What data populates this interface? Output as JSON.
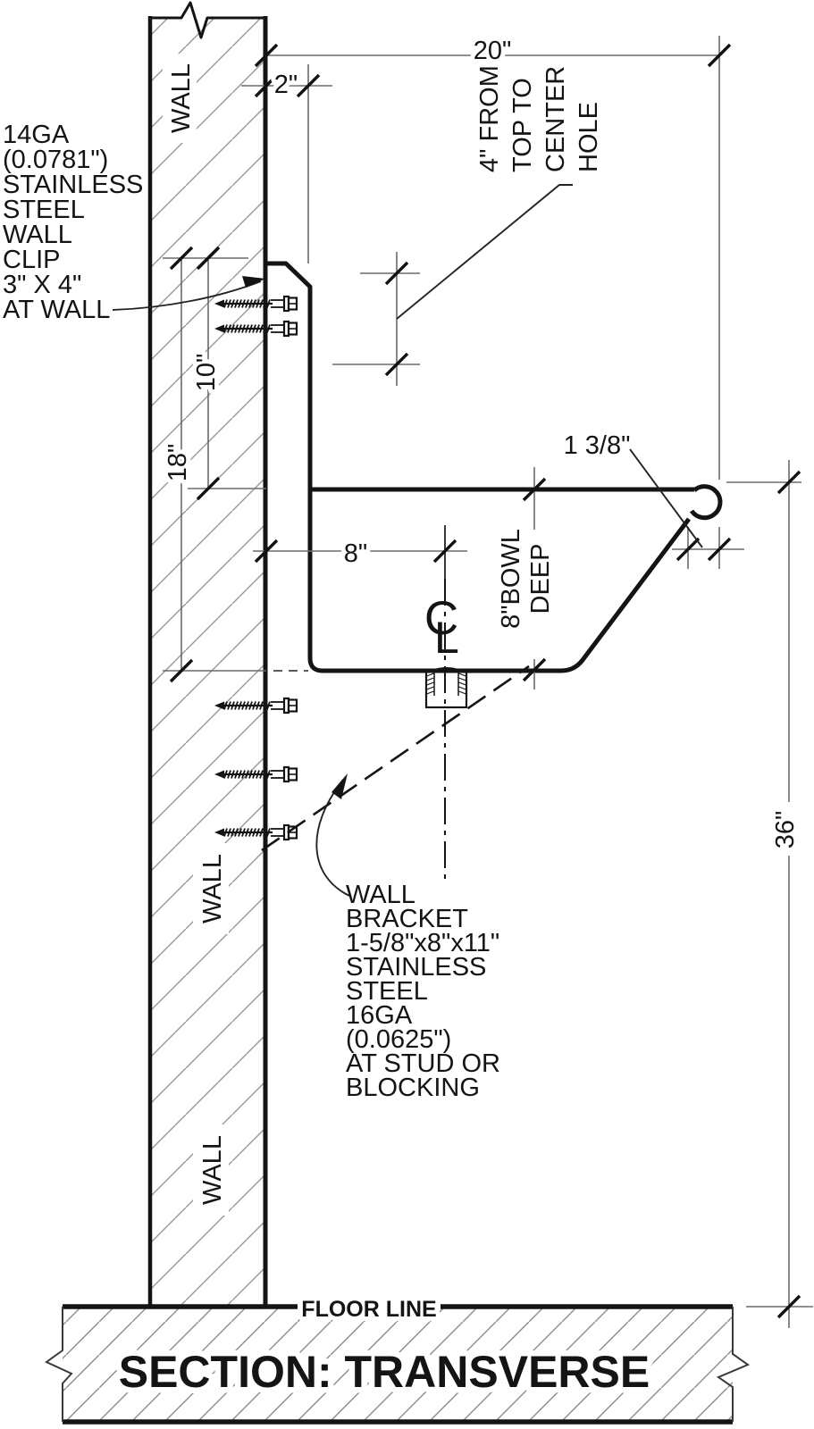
{
  "drawing": {
    "kind": "architectural-section-drawing",
    "colors": {
      "object_line": "#141414",
      "dim_line": "#6b6b6b",
      "hatch": "#9a9a9a",
      "background": "#ffffff"
    },
    "labels": {
      "clip_note": {
        "lines": [
          "14GA",
          "(0.0781\")",
          "STAINLESS",
          "STEEL",
          "WALL",
          "CLIP",
          "3\" X 4\"",
          "AT WALL"
        ]
      },
      "bracket_note": {
        "lines": [
          "WALL",
          "BRACKET",
          "1-5/8\"x8\"x11\"",
          "STAINLESS",
          "STEEL",
          "16GA",
          "(0.0625\")",
          "AT STUD OR",
          "BLOCKING"
        ]
      },
      "hole_note": {
        "lines": [
          "4\" FROM",
          "TOP TO",
          "CENTER",
          "HOLE"
        ]
      },
      "wall_top": "WALL",
      "wall_mid": "WALL",
      "wall_bottom": "WALL",
      "floor_line": "FLOOR LINE",
      "title": "SECTION: TRANSVERSE",
      "centerline_symbol": {
        "c": "C",
        "l": "L"
      }
    },
    "dimensions": {
      "d20": "20\"",
      "d2": "2\"",
      "d10": "10\"",
      "d18": "18\"",
      "d8": "8\"",
      "bowl_deep": {
        "lines": [
          "8\"BOWL",
          "DEEP"
        ]
      },
      "d138": "1 3/8\"",
      "d36": "36\""
    }
  }
}
